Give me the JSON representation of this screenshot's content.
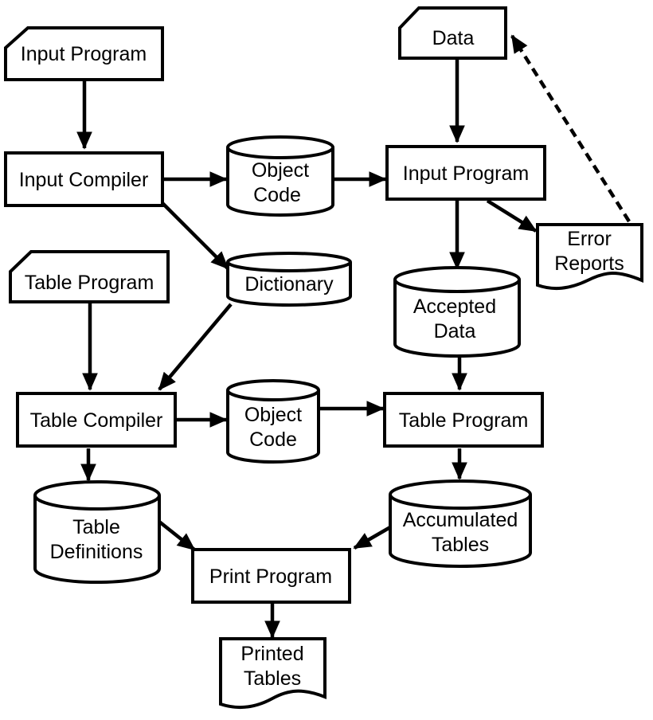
{
  "colors": {
    "stroke": "#000000",
    "background": "#ffffff"
  },
  "nodes": {
    "input_program_card": "Input Program",
    "data_card": "Data",
    "input_compiler": "Input Compiler",
    "object_code_top": [
      "Object",
      "Code"
    ],
    "input_program_process": "Input Program",
    "error_reports": [
      "Error",
      "Reports"
    ],
    "dictionary": "Dictionary",
    "table_program_card": "Table Program",
    "accepted_data": [
      "Accepted",
      "Data"
    ],
    "table_compiler": "Table Compiler",
    "object_code_bottom": [
      "Object",
      "Code"
    ],
    "table_program_process": "Table Program",
    "table_definitions": [
      "Table",
      "Definitions"
    ],
    "accumulated_tables": [
      "Accumulated",
      "Tables"
    ],
    "print_program": "Print Program",
    "printed_tables": [
      "Printed",
      "Tables"
    ]
  }
}
